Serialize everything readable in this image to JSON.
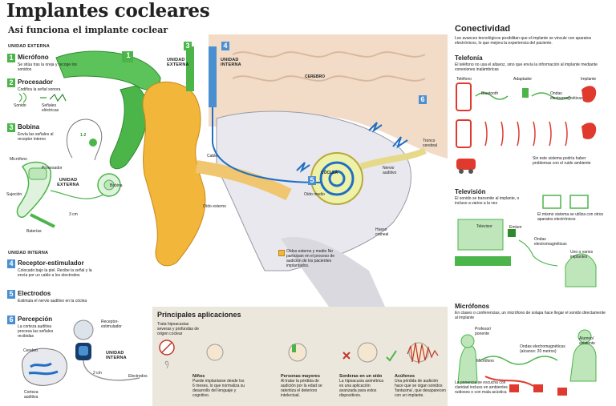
{
  "title": "Implantes cocleares",
  "subtitle": "Así funciona el implante coclear",
  "external_unit_label": "UNIDAD EXTERNA",
  "internal_unit_label": "UNIDAD INTERNA",
  "steps": [
    {
      "n": "1",
      "title": "Micrófono",
      "desc": "Se sitúa tras la oreja y recoge los sonidos"
    },
    {
      "n": "2",
      "title": "Procesador",
      "desc": "Codifica la señal sonora"
    },
    {
      "n": "3",
      "title": "Bobina",
      "desc": "Envía las señales al receptor interno"
    },
    {
      "n": "4",
      "title": "Receptor-estimulador",
      "desc": "Colocado bajo la piel. Recibe la señal y la envía por un cable a los electrodos"
    },
    {
      "n": "5",
      "title": "Electrodos",
      "desc": "Estimula el nervio auditivo en la cóclea"
    },
    {
      "n": "6",
      "title": "Percepción",
      "desc": "La corteza auditiva procesa las señales recibidas"
    }
  ],
  "proc_labels": {
    "sound": "Sonido",
    "signals": "Señales eléctricas"
  },
  "head_labels": {
    "distance": "1-2"
  },
  "device_labels": {
    "microphone": "Micrófono",
    "processor": "Procesador",
    "external_unit": "UNIDAD EXTERNA",
    "coil": "Bobina",
    "fastening": "Sujeción",
    "batteries": "Baterías",
    "size": "3 cm"
  },
  "implant_labels": {
    "receiver": "Receptor-estimulador",
    "internal_unit": "UNIDAD INTERNA",
    "electrodes": "Electrodos",
    "size": "2 cm"
  },
  "brain_labels": {
    "brain": "Cerebro",
    "cortex": "Corteza auditiva"
  },
  "anatomy": {
    "unit_ext": "UNIDAD EXTERNA",
    "unit_int": "UNIDAD INTERNA",
    "brain": "CEREBRO",
    "cable": "Cable",
    "cochlea": "CÓCLEA",
    "nerve": "Nervio auditivo",
    "trunk": "Tronco cerebral",
    "middle_ear": "Oído medio",
    "outer_ear": "Oído externo",
    "skull": "Hueso craneal",
    "note": "Oídos externo y medio No participan en el proceso de audición de los pacientes implantados.",
    "badges": {
      "b3": "3",
      "b4": "4",
      "b5": "5",
      "b6": "6",
      "b1": "1"
    }
  },
  "apps": {
    "title": "Principales aplicaciones",
    "intro": "Trata hipoacusias severas y profundas de origen coclear",
    "items": [
      {
        "title": "Niños",
        "desc": "Puede implantarse desde los 6 meses, lo que normaliza su desarrollo del lenguaje y cognitivo."
      },
      {
        "title": "Personas mayores",
        "desc": "Al tratar la pérdida de audición por la edad se ralentiza el deterioro intelectual."
      },
      {
        "title": "Sorderas en un oído",
        "desc": "La hipoacusia asimétrica es una aplicación avanzada para estos dispositivos."
      },
      {
        "title": "Acúfenos",
        "desc": "Una pérdida de audición hace que se oigan sonidos 'fantasma', que desaparecen con un implante."
      }
    ]
  },
  "right": {
    "title": "Conectividad",
    "intro": "Los avances tecnológicos posibilitan que el implante se vincule con aparatos electrónicos, lo que mejora la experiencia del paciente.",
    "telefonia": {
      "title": "Telefonía",
      "desc": "El teléfono no usa el altavoz, sino que envía la información al implante mediante conexiones inalámbricas",
      "phone": "Teléfono",
      "adapter": "Adaptador",
      "implant": "Implante",
      "bluetooth": "Bluetooth",
      "waves": "Ondas electromagnéticas",
      "car_note": "Sin este sistema podría haber problemas con el ruido ambiente"
    },
    "tv": {
      "title": "Televisión",
      "desc": "El sonido se transmite al implante, o incluso a varios a la vez",
      "tv": "Televisor",
      "emitter": "Emisor",
      "waves": "Ondas electromagnéticas",
      "implants": "Uno o varios implantes",
      "same": "El mismo sistema se utiliza con otros aparatos electrónicos"
    },
    "mic": {
      "title": "Micrófonos",
      "desc": "En clases o conferencias, un micrófono de solapa hace llegar el sonido directamente al implante",
      "teacher": "Profesor/ ponente",
      "waves": "Ondas electromagnéticas (alcance: 20 metros)",
      "student": "Alumno/ asistente",
      "microphone": "Micrófono",
      "note": "La ponencia se escucha con claridad incluso en ambientes ruidosos o con mala acústica"
    }
  },
  "colors": {
    "green": "#4bb54a",
    "blue": "#4a8fd0",
    "skin": "#f2b63a",
    "red": "#e03a2e",
    "beige": "#ece7dc"
  }
}
